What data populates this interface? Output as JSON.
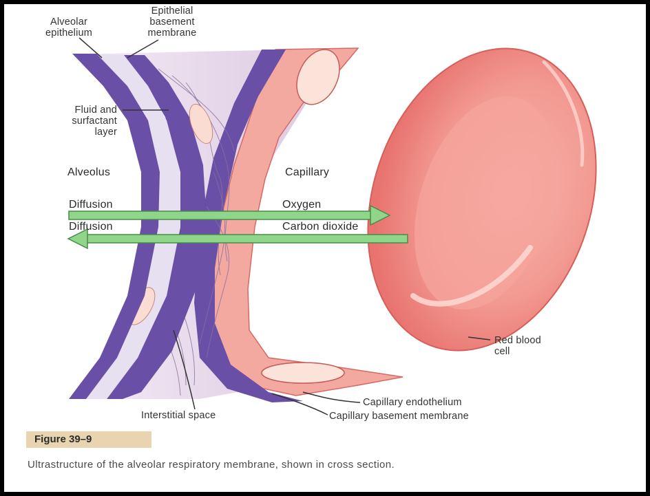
{
  "labels": {
    "alveolar_epithelium": "Alveolar\nepithelium",
    "epithelial_bm": "Epithelial\nbasement\nmembrane",
    "fluid_layer": "Fluid and\nsurfactant\nlayer",
    "alveolus": "Alveolus",
    "capillary": "Capillary",
    "diffusion_top": "Diffusion",
    "oxygen": "Oxygen",
    "diffusion_bottom": "Diffusion",
    "carbon_dioxide": "Carbon dioxide",
    "red_blood_cell": "Red blood\ncell",
    "capillary_endothelium": "Capillary endothelium",
    "capillary_bm": "Capillary basement membrane",
    "interstitial_space": "Interstitial space"
  },
  "figure": {
    "tag": "Figure 39–9",
    "caption": "Ultrastructure of the alveolar respiratory membrane, shown in cross section."
  },
  "colors": {
    "membrane_purple": "#6a4fa6",
    "lavender": "#e6e0f0",
    "interstitial": "#dcc9e0",
    "capillary_pink": "#f3a8a0",
    "rbc": "#f08a86",
    "arrow_green": "#8fd68a",
    "figure_tag_bg": "#e8d5b0"
  }
}
